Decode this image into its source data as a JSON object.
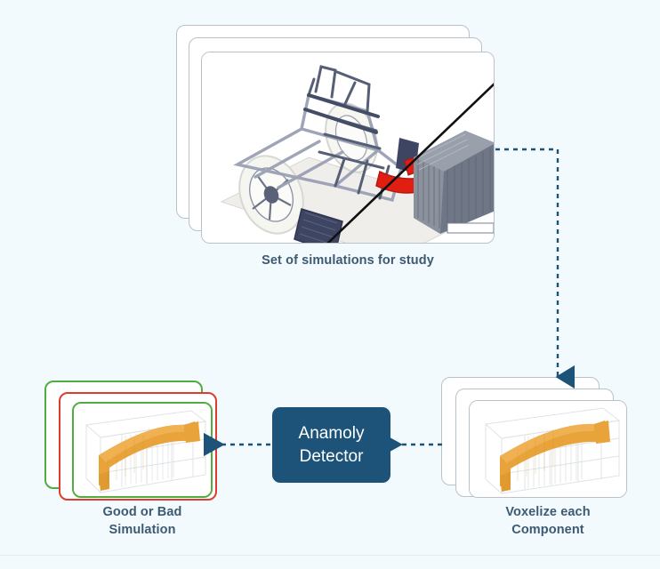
{
  "background_color": "#f2fafd",
  "accent_color": "#1d5379",
  "caption_color": "#3d5a73",
  "voxel_color": "#e8a33a",
  "nodes": {
    "simulations": {
      "caption_line1": "Set of simulations for study",
      "card_count": 3,
      "scene": "car-crash-simulation",
      "elements": [
        "vehicle-chassis",
        "front-wheels",
        "red-bumper",
        "honeycomb-barrier",
        "ground-plane"
      ]
    },
    "voxelize": {
      "caption_line1": "Voxelize each",
      "caption_line2": "Component",
      "card_count": 3,
      "scene": "voxelized-bumper",
      "border_colors": [
        "#b9c2c8",
        "#b9c2c8",
        "#b9c2c8"
      ]
    },
    "detector": {
      "label_line1": "Anamoly",
      "label_line2": "Detector",
      "fill": "#1d5379"
    },
    "result": {
      "caption_line1": "Good or Bad",
      "caption_line2": "Simulation",
      "card_count": 3,
      "scene": "voxelized-bumper",
      "border_colors": [
        "#4fae3f",
        "#e03b2f",
        "#4fae3f"
      ]
    }
  },
  "arrows": [
    {
      "name": "simulations-to-voxelize",
      "style": "dashed-elbow",
      "direction": "right-then-down"
    },
    {
      "name": "voxelize-to-detector",
      "style": "dashed",
      "direction": "left"
    },
    {
      "name": "detector-to-result",
      "style": "dashed",
      "direction": "left"
    }
  ]
}
